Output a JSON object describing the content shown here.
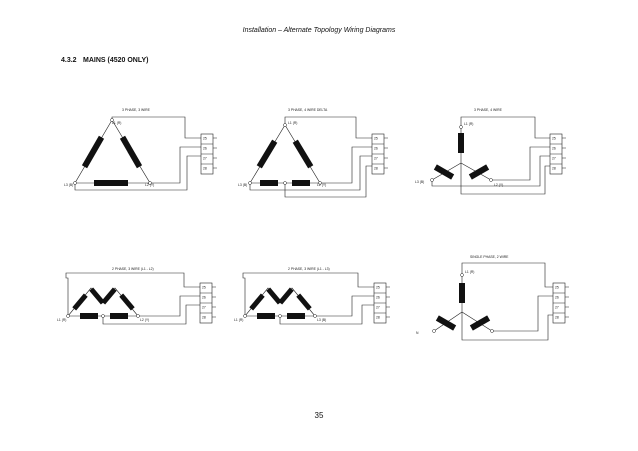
{
  "header": {
    "title": "Installation – Alternate Topology Wiring Diagrams"
  },
  "section": {
    "number": "4.3.2",
    "title": "MAINS (4520 ONLY)"
  },
  "diagrams": [
    {
      "title": "3 PHASE, 3 WIRE",
      "labels": [
        "L1 (R)",
        "L2 (Y)",
        "L3 (B)"
      ],
      "terminals": [
        "25",
        "26",
        "27",
        "28"
      ]
    },
    {
      "title": "3 PHASE, 4 WIRE DELTA",
      "labels": [
        "L1 (R)",
        "L2 (Y)",
        "L3 (B)"
      ],
      "terminals": [
        "25",
        "26",
        "27",
        "28"
      ]
    },
    {
      "title": "3 PHASE, 4 WIRE",
      "labels": [
        "L1 (R)",
        "L2 (Y)",
        "L3 (B)"
      ],
      "terminals": [
        "25",
        "26",
        "27",
        "28"
      ]
    },
    {
      "title": "2 PHASE, 3 WIRE (L1 - L2)",
      "labels": [
        "L1 (R)",
        "L2 (Y)"
      ],
      "terminals": [
        "25",
        "26",
        "27",
        "28"
      ]
    },
    {
      "title": "2 PHASE, 3 WIRE (L1 - L3)",
      "labels": [
        "L1 (R)",
        "L3 (B)"
      ],
      "terminals": [
        "25",
        "26",
        "27",
        "28"
      ]
    },
    {
      "title": "SINGLE PHASE, 2 WIRE",
      "labels": [
        "L1 (R)",
        "N"
      ],
      "terminals": [
        "25",
        "26",
        "27",
        "28"
      ]
    }
  ],
  "page_number": "35"
}
